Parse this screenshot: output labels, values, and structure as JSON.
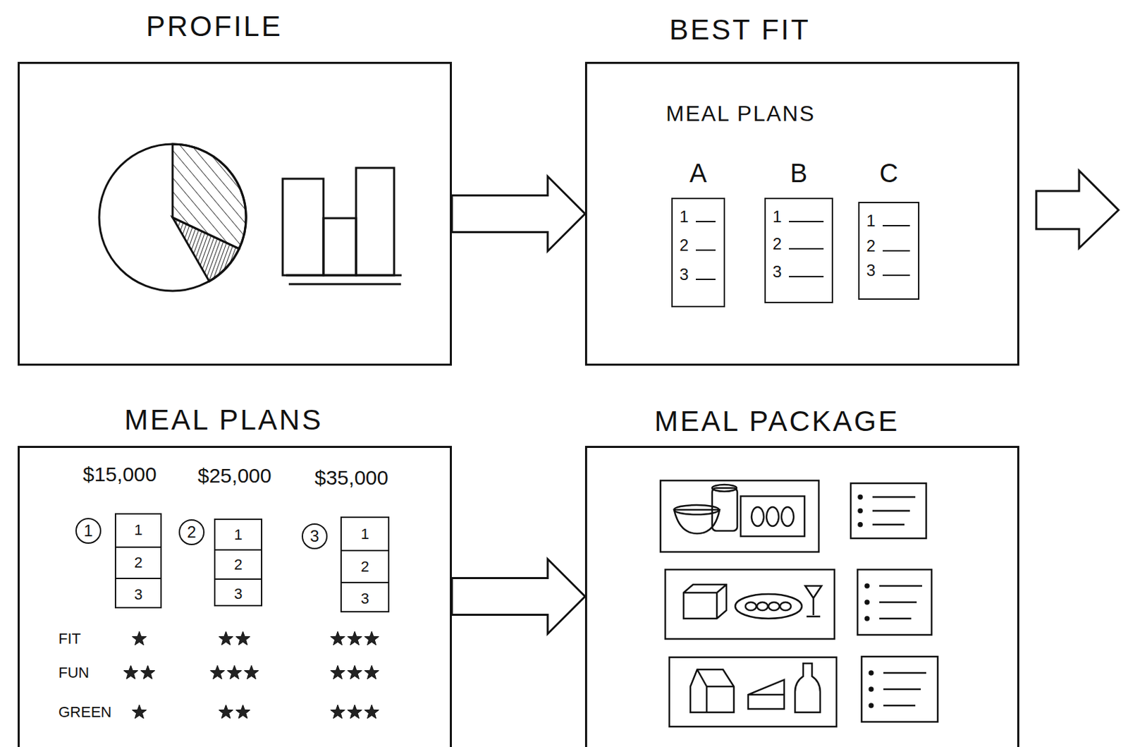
{
  "diagram": {
    "nodes": [
      {
        "text": [
          "PROFILE"
        ]
      },
      {
        "text": [
          "BEST FIT",
          "MEAL PLANS"
        ]
      },
      {
        "text": [
          "A",
          "1",
          "2",
          "3"
        ],
        "in": 1
      },
      {
        "text": [
          "B",
          "1",
          "2",
          "3"
        ],
        "in": 1
      },
      {
        "text": [
          "C",
          "1",
          "2",
          "3"
        ],
        "in": 1
      },
      {
        "text": [
          "MEAL PLANS"
        ]
      },
      {
        "text": [
          "1",
          "2",
          "3"
        ],
        "in": 5
      },
      {
        "text": [
          "1",
          "2",
          "3"
        ],
        "in": 5
      },
      {
        "text": [
          "1",
          "2",
          "3"
        ],
        "in": 5
      },
      {
        "text": [
          "MEAL PACKAGE"
        ]
      }
    ],
    "edges": [
      {
        "from": 0,
        "to": 1,
        "arrow": "to"
      },
      {
        "from": 5,
        "to": 9,
        "arrow": "to"
      }
    ],
    "labels": [
      "$15,000",
      "$25,000",
      "$35,000",
      "1",
      "2",
      "3",
      "FIT",
      "FUN",
      "GREEN"
    ]
  }
}
